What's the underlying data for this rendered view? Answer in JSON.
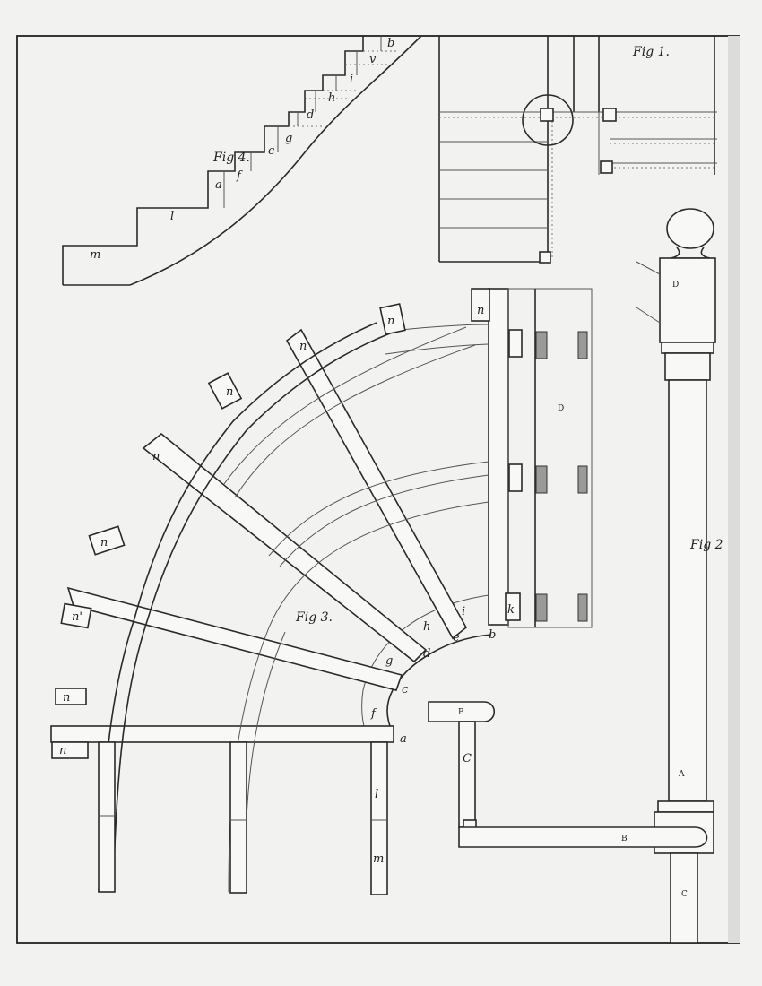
{
  "figures": {
    "fig1": "Fig 1.",
    "fig2": "Fig 2",
    "fig3": "Fig 3.",
    "fig4": "Fig 4."
  },
  "fig4_labels": {
    "b": "b",
    "v": "v",
    "i": "i",
    "h": "h",
    "d": "d",
    "g": "g",
    "c": "c",
    "f": "f",
    "a": "a",
    "l": "l",
    "m": "m"
  },
  "fig3_labels": {
    "n": "n",
    "n_prime": "n'",
    "a": "a",
    "c": "c",
    "d": "d",
    "e": "e",
    "b": "b",
    "f": "f",
    "g": "g",
    "h": "h",
    "i": "i",
    "k": "k",
    "l": "l",
    "m": "m",
    "D": "D"
  },
  "fig2_labels": {
    "A": "A",
    "B": "B",
    "C": "C",
    "D": "D"
  }
}
